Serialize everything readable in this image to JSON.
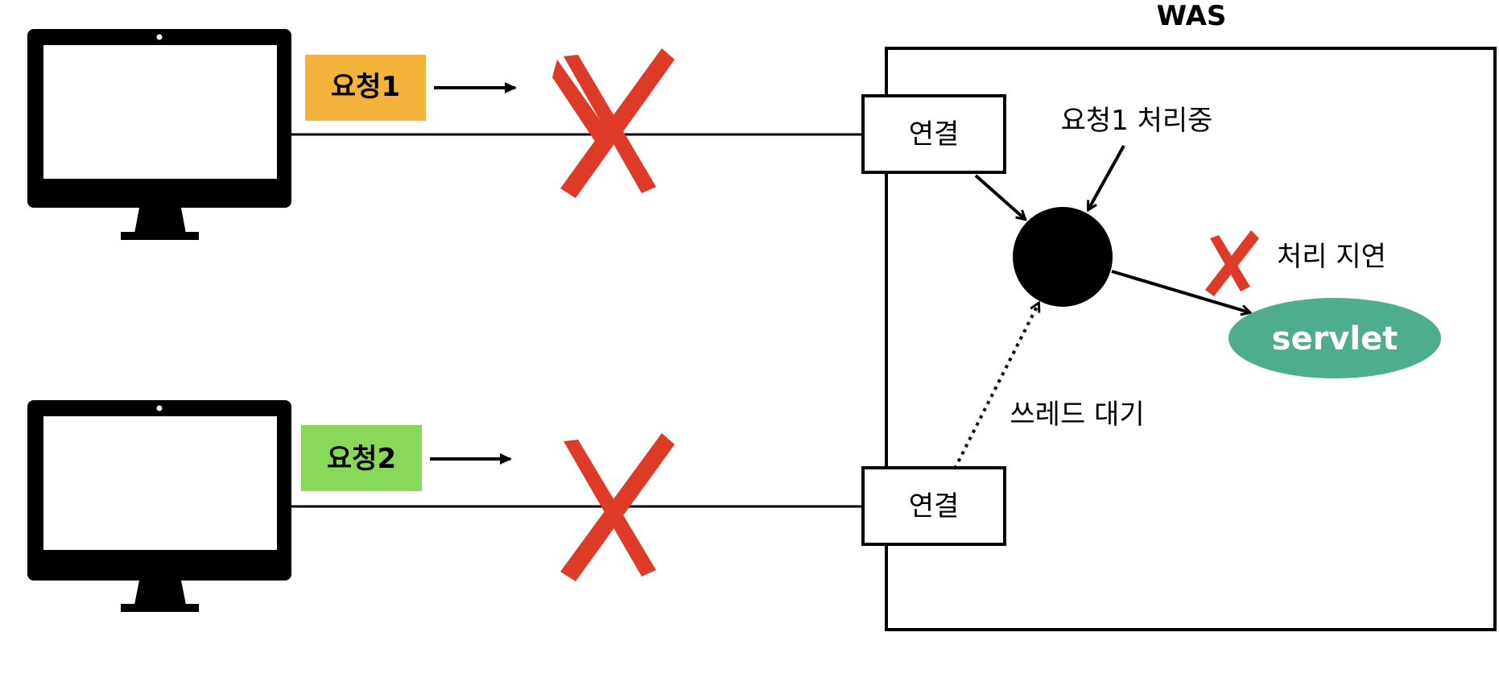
{
  "was_title": "WAS",
  "client1": {
    "request_label": "요청1",
    "request_color": "#F4B33D",
    "connection_label": "연결"
  },
  "client2": {
    "request_label": "요청2",
    "request_color": "#88D95A",
    "connection_label": "연결"
  },
  "thread_note": "요청1 처리중",
  "delay_note": "처리 지연",
  "waiting_note": "쓰레드 대기",
  "servlet": {
    "label": "servlet",
    "color": "#4FAD8F"
  },
  "colors": {
    "cross": "#DD3B28",
    "ink": "#000000"
  },
  "icons": [
    "monitor-icon",
    "monitor-icon",
    "cross-mark-icon",
    "cross-mark-icon",
    "cross-mark-icon"
  ]
}
